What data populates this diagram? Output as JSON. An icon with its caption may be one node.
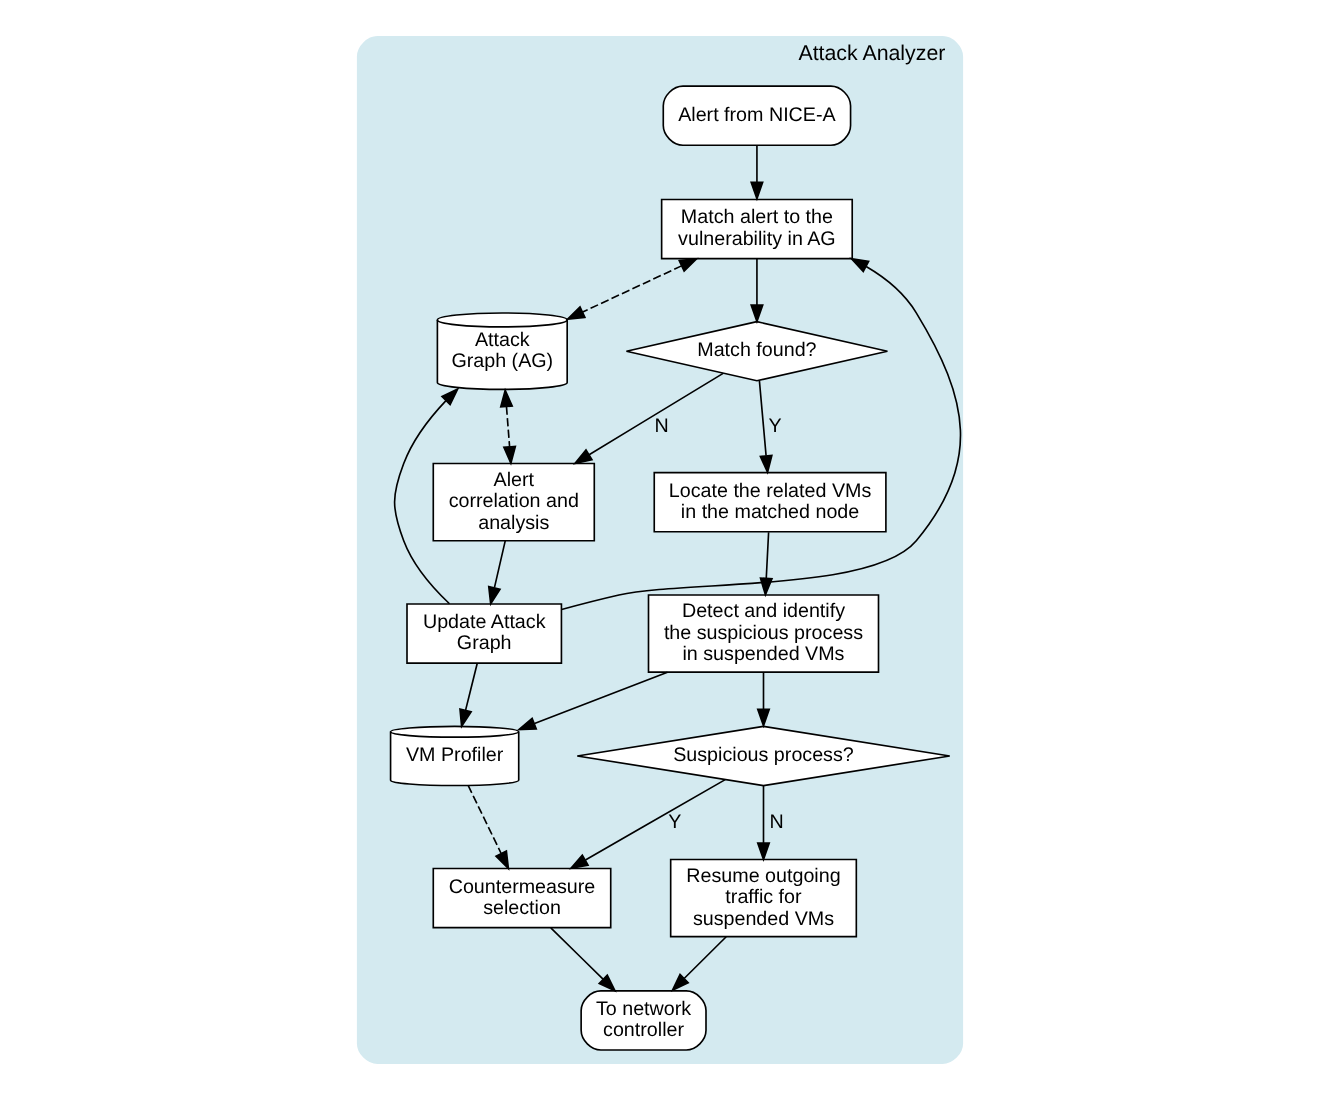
{
  "diagram": {
    "nodes": [
      {
        "text": [
          "Attack Analyzer"
        ]
      },
      {
        "text": [
          "Alert from NICE-A"
        ],
        "in": 0
      },
      {
        "text": [
          "Match alert to the vulnerability in AG"
        ],
        "in": 0
      },
      {
        "text": [
          "Attack Graph (AG)"
        ],
        "in": 0
      },
      {
        "text": [
          "Update Attack Graph"
        ],
        "in": 0
      },
      {
        "text": [
          "Match found?"
        ],
        "in": 0
      },
      {
        "text": [
          "Alert correlation and analysis"
        ],
        "in": 0
      },
      {
        "text": [
          "VM Profiler"
        ],
        "in": 0
      },
      {
        "text": [
          "Countermeasure selection"
        ],
        "in": 0
      },
      {
        "text": [
          "To network controller"
        ],
        "in": 0
      },
      {
        "text": [
          "Locate the related VMs in the matched node"
        ],
        "in": 0
      },
      {
        "text": [
          "Detect and identify the suspicious process in suspended VMs"
        ],
        "in": 0
      },
      {
        "text": [
          "Suspicious process?"
        ],
        "in": 0
      },
      {
        "text": [
          "Resume outgoing traffic for suspended VMs"
        ],
        "in": 0
      }
    ],
    "edges": [
      {
        "from": 1,
        "to": 2,
        "arrow": "to"
      },
      {
        "from": 2,
        "to": 3,
        "arrow": "both",
        "style": "dashed"
      },
      {
        "from": 4,
        "to": 3,
        "arrow": "to"
      },
      {
        "from": 4,
        "to": 2,
        "arrow": "to"
      },
      {
        "from": 2,
        "to": 5,
        "arrow": "to"
      },
      {
        "from": 3,
        "to": 6,
        "arrow": "both",
        "style": "dashed"
      },
      {
        "from": 5,
        "to": 6,
        "arrow": "to",
        "label": "N"
      },
      {
        "from": 6,
        "to": 4,
        "arrow": "to"
      },
      {
        "from": 4,
        "to": 7,
        "arrow": "to"
      },
      {
        "from": 5,
        "to": 10,
        "arrow": "to",
        "label": "Y"
      },
      {
        "from": 7,
        "to": 8,
        "arrow": "to",
        "style": "dashed"
      },
      {
        "from": 8,
        "to": 9,
        "arrow": "to"
      },
      {
        "from": 10,
        "to": 11,
        "arrow": "to"
      },
      {
        "from": 11,
        "to": 7,
        "arrow": "to"
      },
      {
        "from": 11,
        "to": 12,
        "arrow": "to"
      },
      {
        "from": 12,
        "to": 8,
        "arrow": "to",
        "label": "Y"
      },
      {
        "from": 12,
        "to": 13,
        "arrow": "to",
        "label": "N"
      },
      {
        "from": 13,
        "to": 9,
        "arrow": "to"
      }
    ]
  }
}
